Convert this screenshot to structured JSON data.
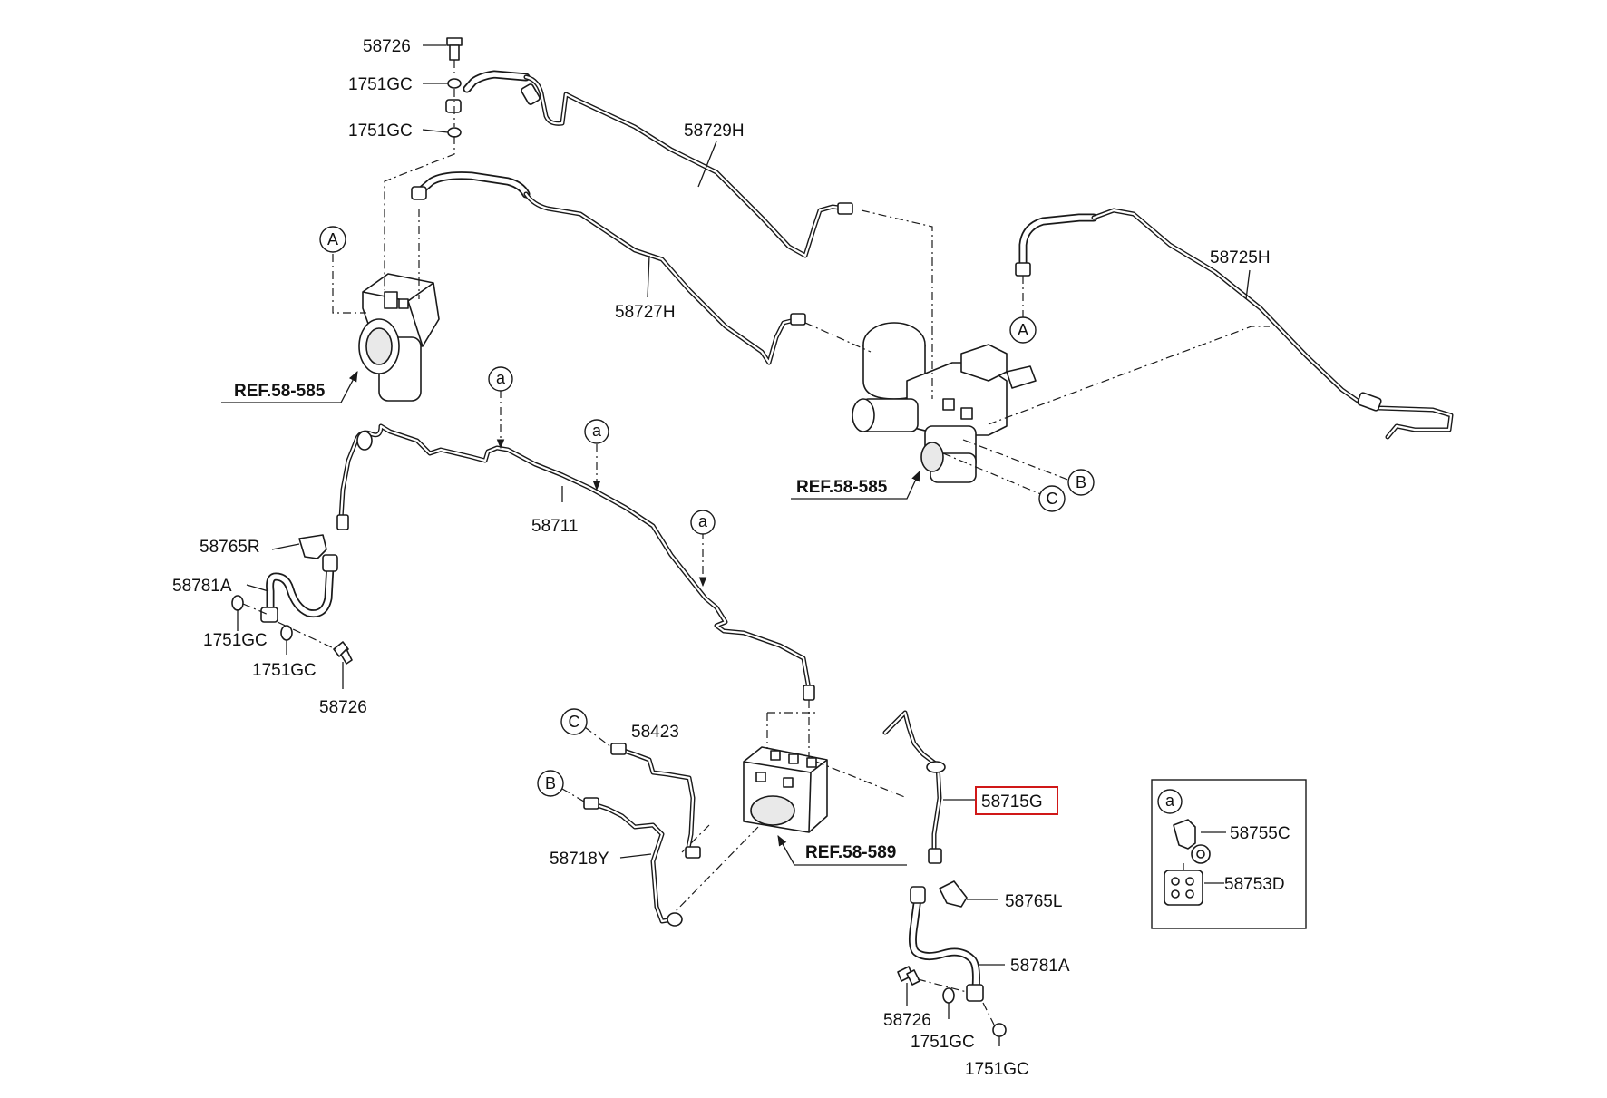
{
  "labels": {
    "p58726_top": "58726",
    "p1751gc_top1": "1751GC",
    "p1751gc_top2": "1751GC",
    "p58729h": "58729H",
    "p58727h": "58727H",
    "p58725h": "58725H",
    "p58711": "58711",
    "p58765r": "58765R",
    "p58781a_left": "58781A",
    "p1751gc_left1": "1751GC",
    "p1751gc_left2": "1751GC",
    "p58726_left": "58726",
    "p58423": "58423",
    "p58718y": "58718Y",
    "p58715g": "58715G",
    "p58765l": "58765L",
    "p58781a_right": "58781A",
    "p58726_bottom": "58726",
    "p1751gc_bottom1": "1751GC",
    "p1751gc_bottom2": "1751GC",
    "p58755c": "58755C",
    "p58753d": "58753D"
  },
  "refs": {
    "ref_left_abs": "REF.58-585",
    "ref_master_cyl": "REF.58-585",
    "ref_hecu": "REF.58-589"
  },
  "markers": {
    "A_left": "A",
    "A_right": "A",
    "B_top": "B",
    "C_top": "C",
    "C_bottom": "C",
    "B_bottom": "B",
    "a_1": "a",
    "a_2": "a",
    "a_3": "a",
    "a_legend": "a"
  },
  "colors": {
    "line": "#1a1a1a",
    "highlight": "#d01818",
    "background": "#ffffff"
  }
}
